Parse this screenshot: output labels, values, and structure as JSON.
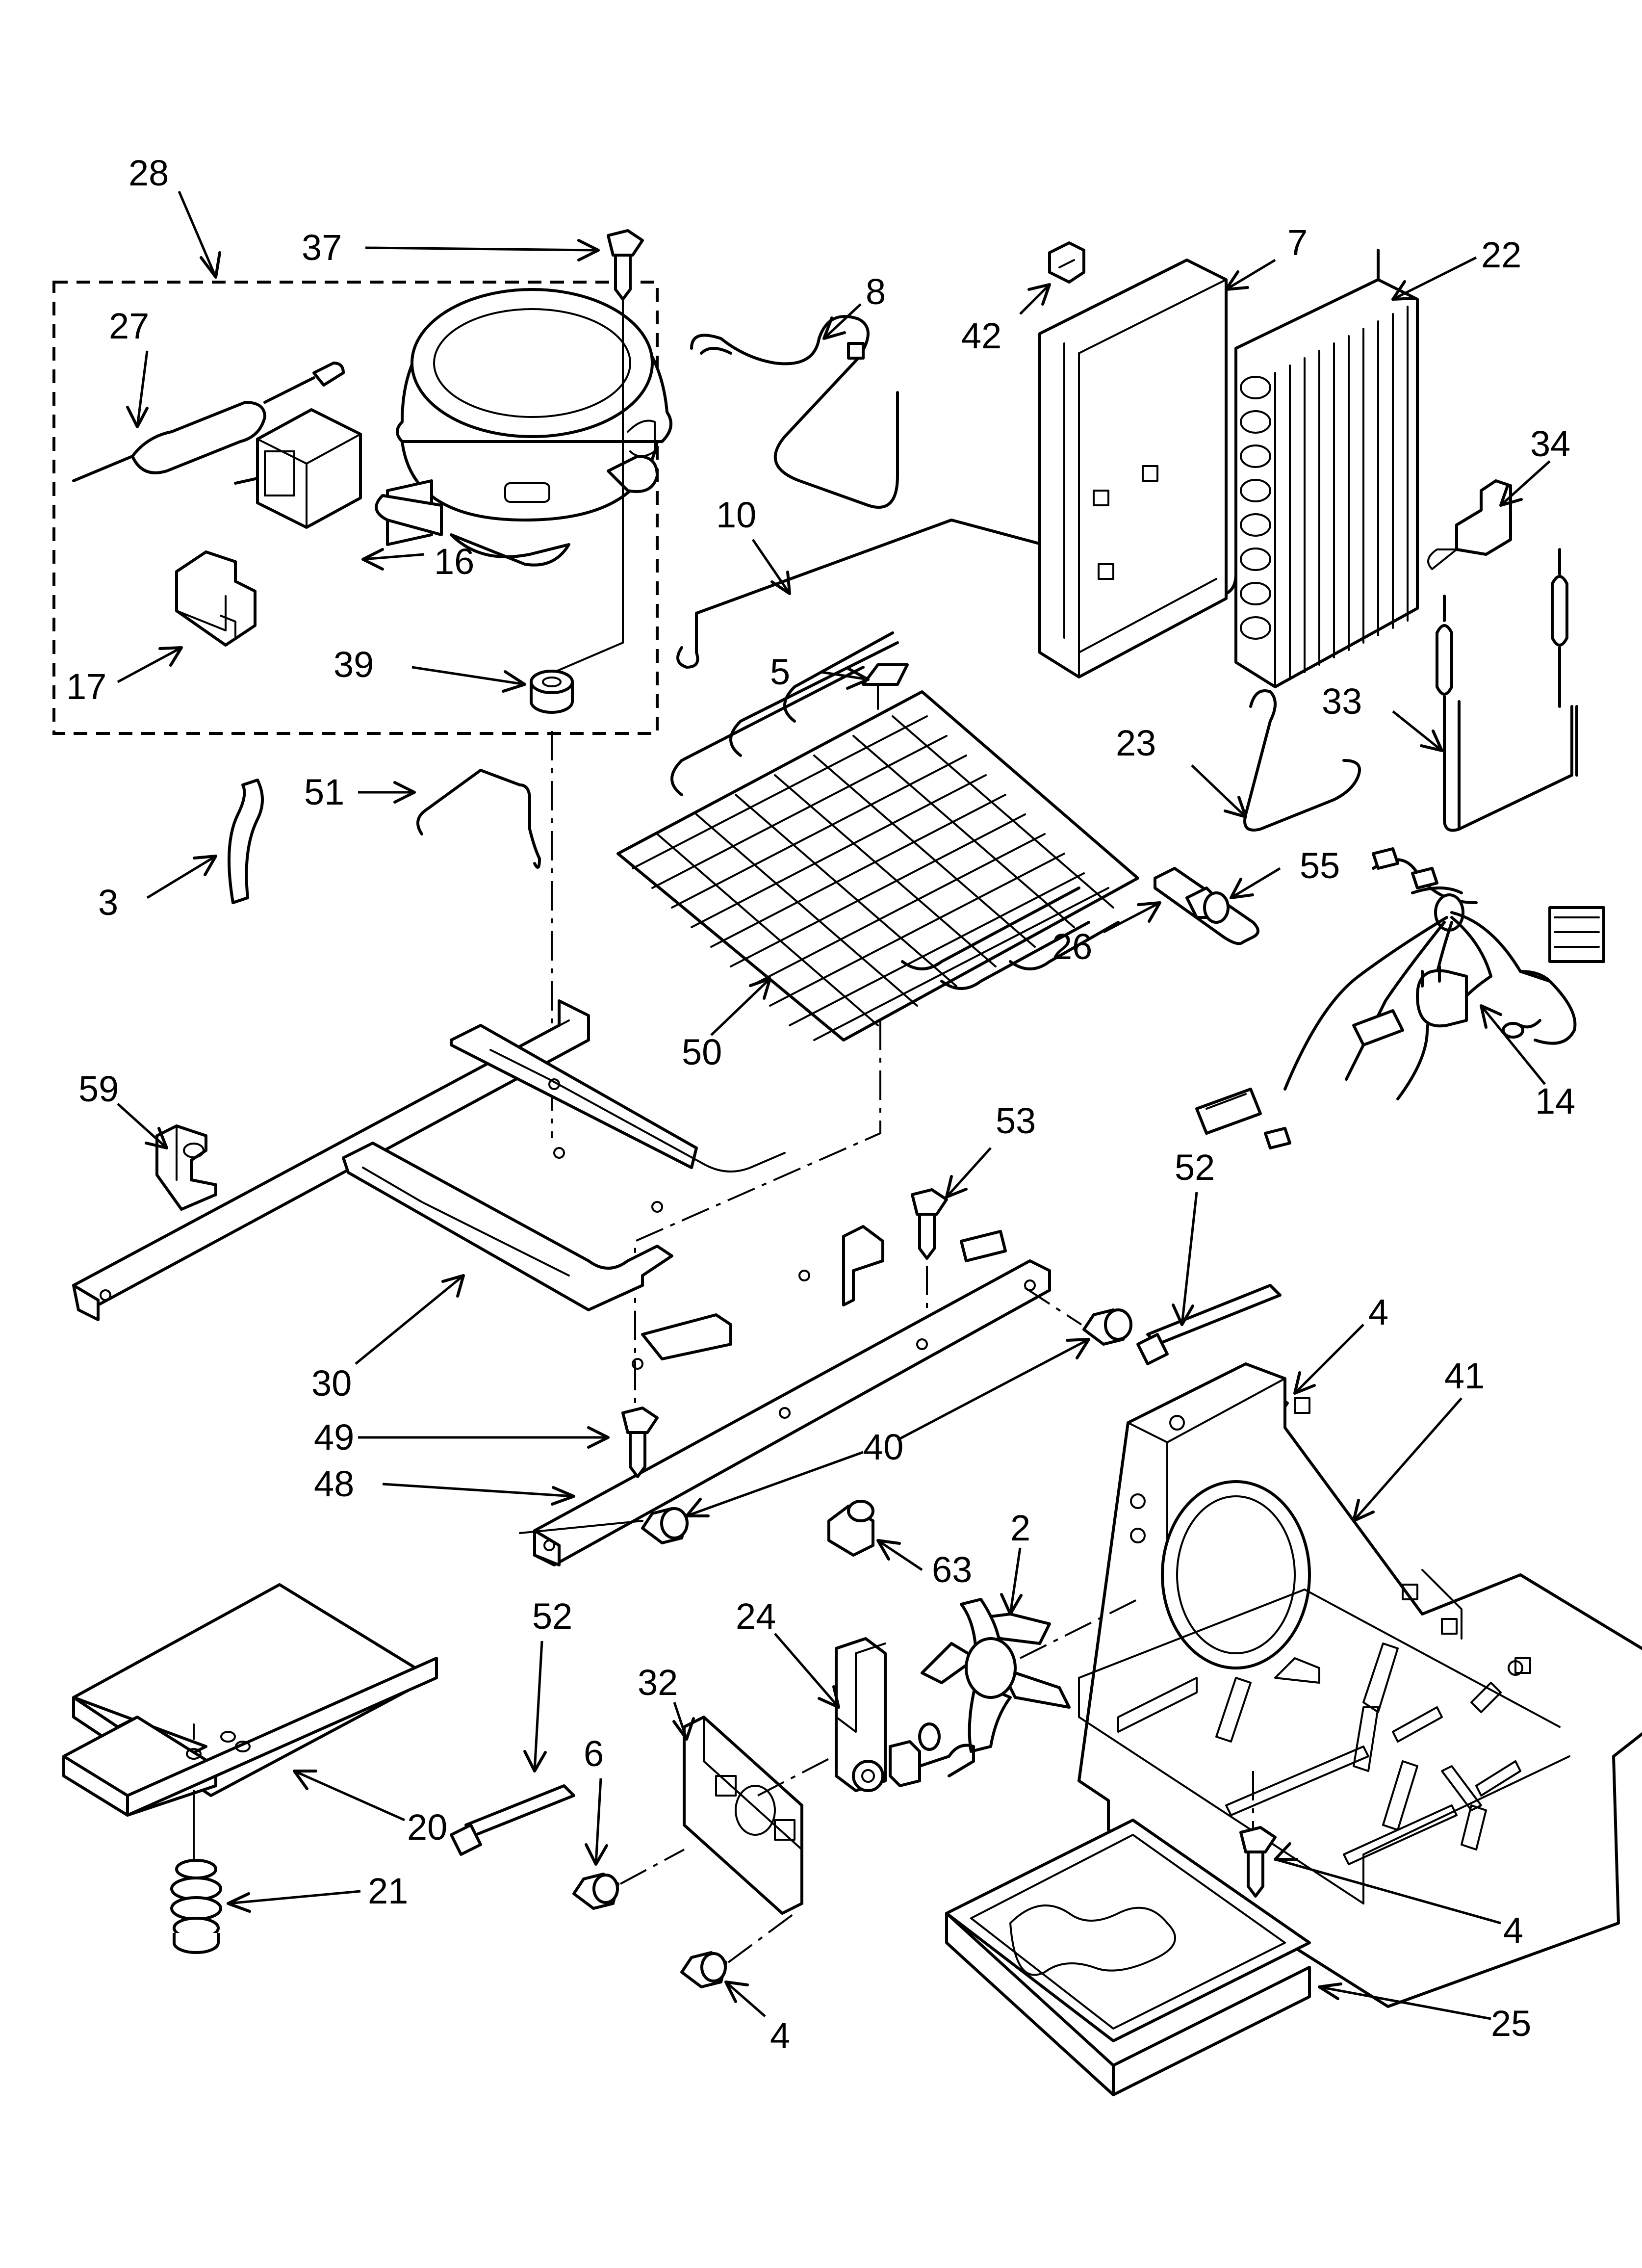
{
  "diagram": {
    "callouts": [
      {
        "id": "28",
        "text": "28"
      },
      {
        "id": "37",
        "text": "37"
      },
      {
        "id": "27",
        "text": "27"
      },
      {
        "id": "16",
        "text": "16"
      },
      {
        "id": "17",
        "text": "17"
      },
      {
        "id": "39",
        "text": "39"
      },
      {
        "id": "8",
        "text": "8"
      },
      {
        "id": "10",
        "text": "10"
      },
      {
        "id": "5",
        "text": "5"
      },
      {
        "id": "42",
        "text": "42"
      },
      {
        "id": "7",
        "text": "7"
      },
      {
        "id": "22",
        "text": "22"
      },
      {
        "id": "34",
        "text": "34"
      },
      {
        "id": "33",
        "text": "33"
      },
      {
        "id": "23",
        "text": "23"
      },
      {
        "id": "55",
        "text": "55"
      },
      {
        "id": "50",
        "text": "50"
      },
      {
        "id": "26",
        "text": "26"
      },
      {
        "id": "14",
        "text": "14"
      },
      {
        "id": "51",
        "text": "51"
      },
      {
        "id": "3",
        "text": "3"
      },
      {
        "id": "59",
        "text": "59"
      },
      {
        "id": "53",
        "text": "53"
      },
      {
        "id": "52a",
        "text": "52"
      },
      {
        "id": "4a",
        "text": "4"
      },
      {
        "id": "41",
        "text": "41"
      },
      {
        "id": "30",
        "text": "30"
      },
      {
        "id": "49",
        "text": "49"
      },
      {
        "id": "40",
        "text": "40"
      },
      {
        "id": "48",
        "text": "48"
      },
      {
        "id": "2",
        "text": "2"
      },
      {
        "id": "63",
        "text": "63"
      },
      {
        "id": "52b",
        "text": "52"
      },
      {
        "id": "24",
        "text": "24"
      },
      {
        "id": "32",
        "text": "32"
      },
      {
        "id": "6",
        "text": "6"
      },
      {
        "id": "20",
        "text": "20"
      },
      {
        "id": "21",
        "text": "21"
      },
      {
        "id": "4b",
        "text": "4"
      },
      {
        "id": "4c",
        "text": "4"
      },
      {
        "id": "25",
        "text": "25"
      }
    ]
  }
}
